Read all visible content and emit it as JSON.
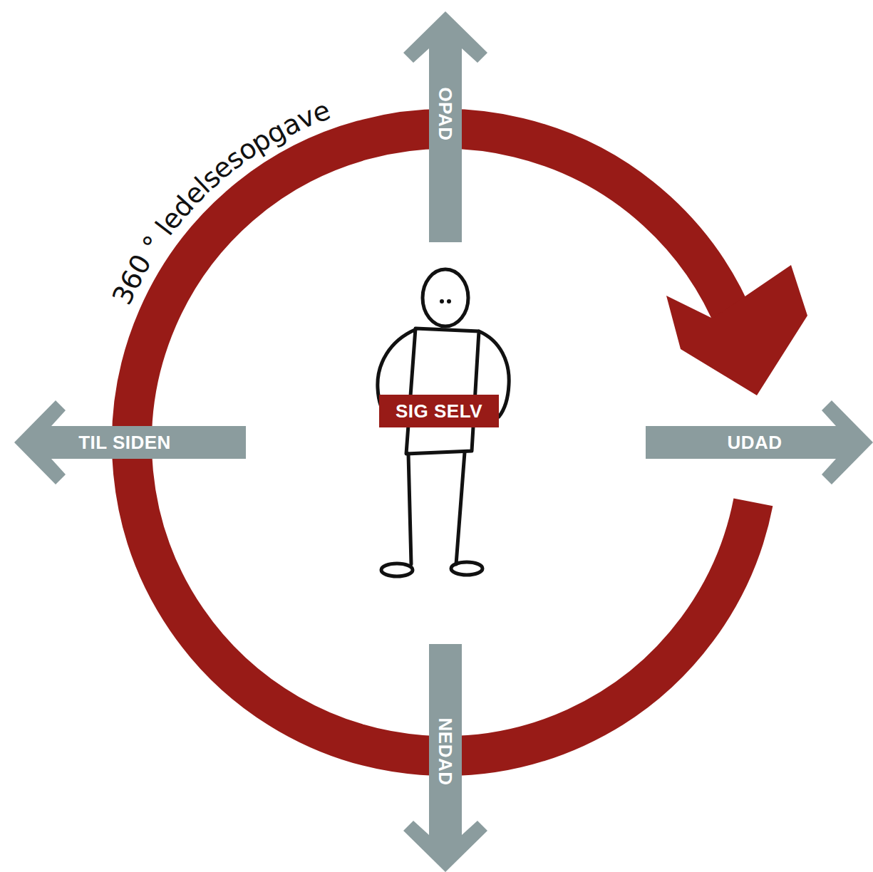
{
  "diagram": {
    "nodes": [
      {
        "text": [
          "OPAD"
        ]
      },
      {
        "text": [
          "TIL SIDEN"
        ]
      },
      {
        "text": [
          "SIG SELV"
        ]
      },
      {
        "text": [
          "UDAD"
        ]
      },
      {
        "text": [
          "NEDAD"
        ]
      }
    ],
    "labels": [
      "360 ° ledelsesopgave"
    ]
  }
}
